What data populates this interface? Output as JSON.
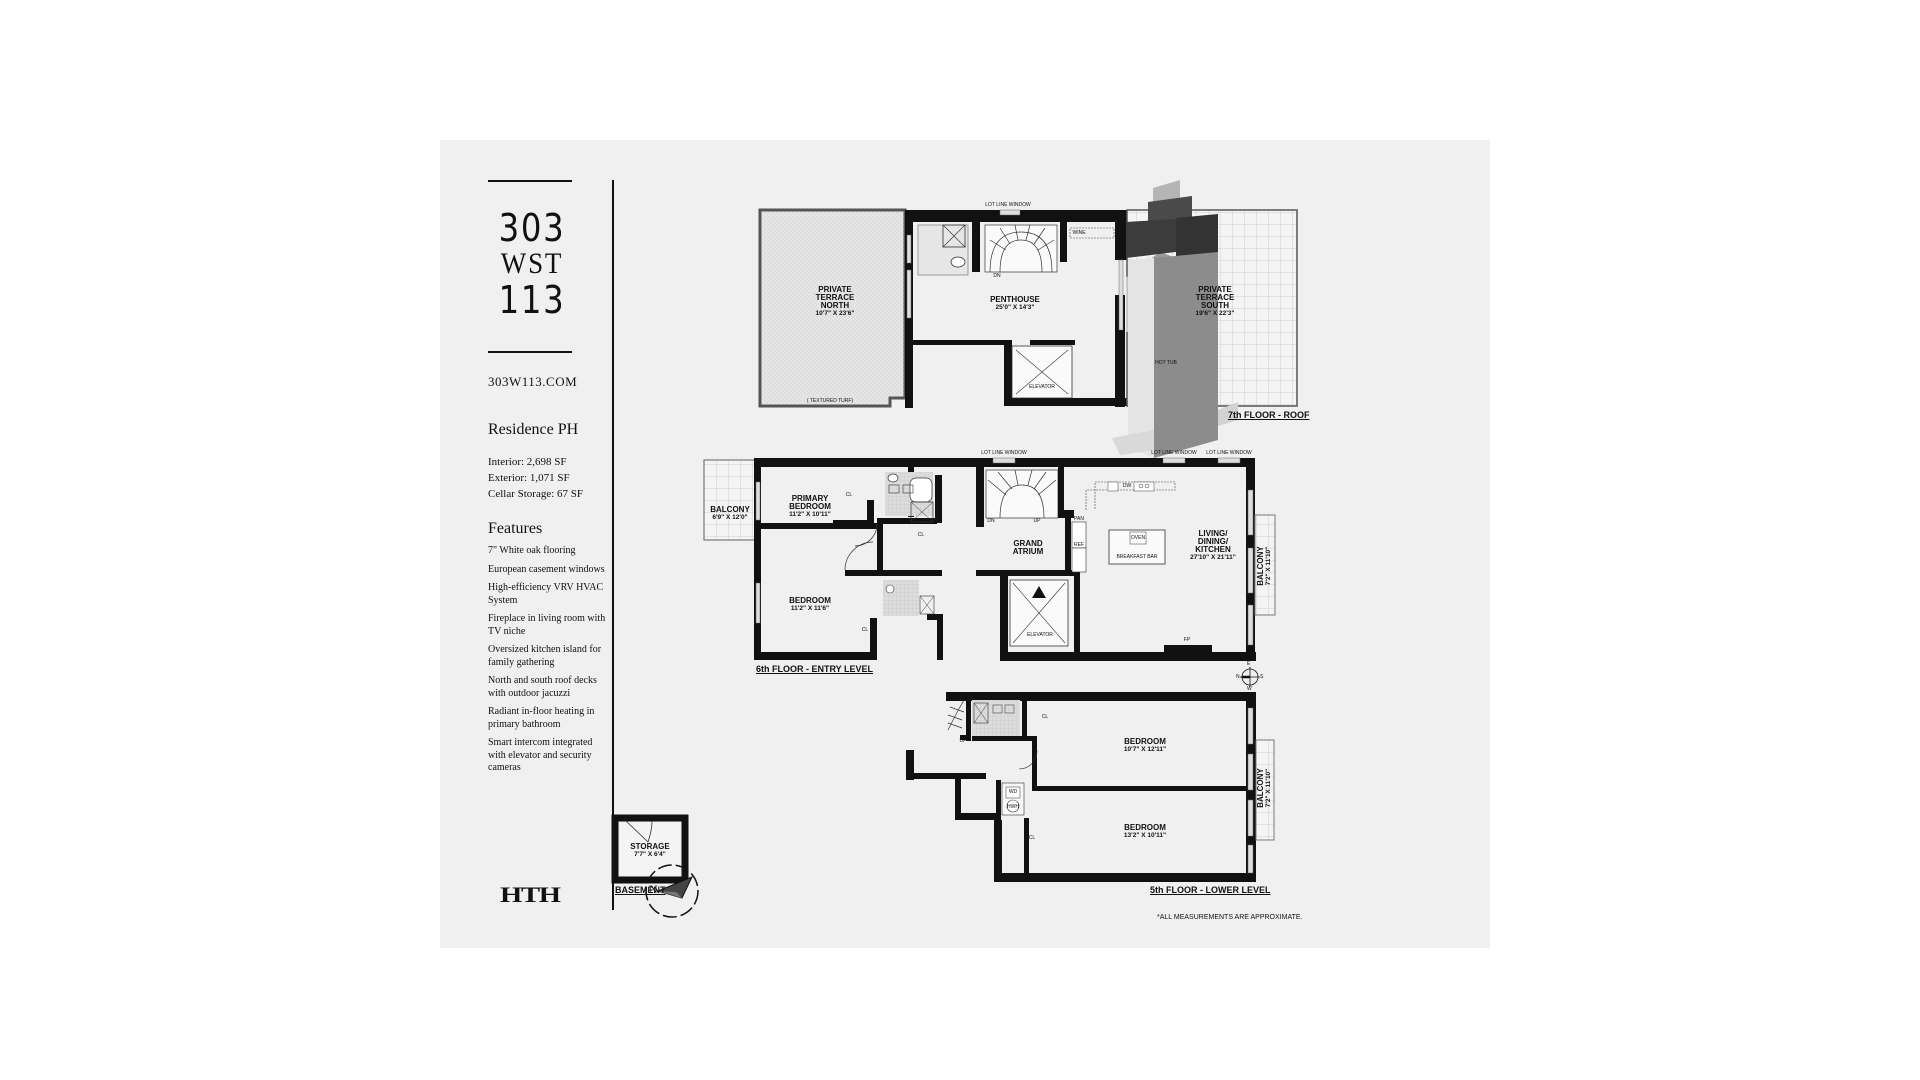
{
  "brand": {
    "logo_line1": "303",
    "logo_line2": "WST",
    "logo_line3": "113",
    "website": "303W113.COM",
    "developer_logo": "HTH"
  },
  "residence": {
    "title": "Residence PH",
    "interior": "Interior: 2,698 SF",
    "exterior": "Exterior: 1,071 SF",
    "cellar": "Cellar Storage: 67 SF"
  },
  "features": {
    "title": "Features",
    "items": [
      "7\" White oak flooring",
      "European casement windows",
      "High-efficiency VRV HVAC System",
      "Fireplace in living room with TV niche",
      "Oversized kitchen island for family gathering",
      "North and south roof decks with outdoor jacuzzi",
      "Radiant in-floor heating in primary bathroom",
      "Smart intercom integrated with elevator and security cameras"
    ]
  },
  "floors": {
    "roof": {
      "label": "7th FLOOR  - ROOF",
      "lot_line_window": "LOT LINE WINDOW",
      "terrace_north": {
        "name": "Private Terrace North",
        "dim": "10'7\" x 23'6\"",
        "note": "( TEXTURED TURF)"
      },
      "penthouse": {
        "name": "Penthouse",
        "dim": "25'0\" x 14'3\""
      },
      "terrace_south": {
        "name": "Private Terrace South",
        "dim": "19'6\" x 22'3\""
      },
      "hot_tub": "HOT TUB",
      "elevator": "ELEVATOR",
      "wine": "WINE",
      "dn": "DN"
    },
    "entry": {
      "label": "6th FLOOR - ENTRY LEVEL",
      "lot_line_window": "LOT LINE WINDOW",
      "balcony_west": {
        "name": "Balcony",
        "dim": "6'9\" x 12'0\""
      },
      "primary_bedroom": {
        "name": "Primary Bedroom",
        "dim": "11'2\" x 10'11\""
      },
      "bedroom": {
        "name": "Bedroom",
        "dim": "11'2\" x 11'6\""
      },
      "atrium": {
        "name": "Grand Atrium"
      },
      "living": {
        "name": "Living/ Dining/ Kitchen",
        "dim": "27'10\" x 21'11\""
      },
      "balcony_east": {
        "name": "Balcony",
        "dim": "7'2\" x 11'10\""
      },
      "breakfast_bar": "BREAKFAST BAR",
      "oven": "OVEN",
      "pan": "PAN",
      "ref": "REF",
      "dw": "DW",
      "fp": "FP",
      "elevator": "ELEVATOR",
      "cl": "CL",
      "dn": "DN",
      "up": "UP"
    },
    "lower": {
      "label": "5th FLOOR - LOWER LEVEL",
      "bedroom1": {
        "name": "Bedroom",
        "dim": "10'7\" x 12'11\""
      },
      "bedroom2": {
        "name": "Bedroom",
        "dim": "13'2\" x 10'11\""
      },
      "balcony": {
        "name": "Balcony",
        "dim": "7'2\" x 11'10\""
      },
      "wd": "WD",
      "hwh": "HWH",
      "cl": "CL",
      "up": "UP"
    },
    "basement": {
      "label": "BASEMENT",
      "storage": {
        "name": "Storage",
        "dim": "7'7\" x 6'4\""
      }
    }
  },
  "compass": {
    "n": "N",
    "e": "E",
    "s": "S",
    "w": "W"
  },
  "disclaimer": "*ALL MEASUREMENTS ARE APPROXIMATE."
}
